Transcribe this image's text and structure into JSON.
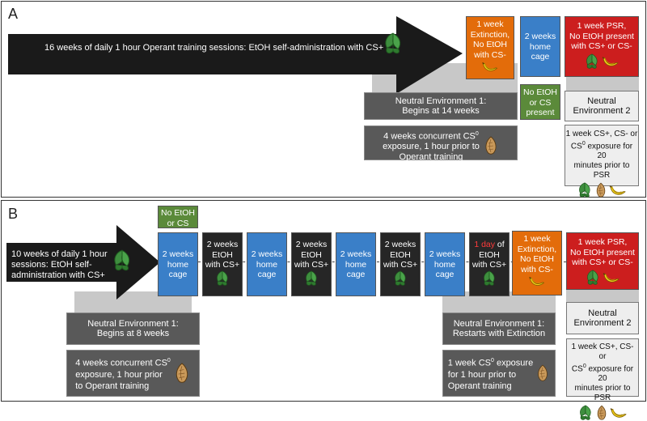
{
  "panels": [
    {
      "label": "A"
    },
    {
      "label": "B"
    }
  ],
  "a": {
    "arrow_text": "16 weeks of daily 1 hour Operant training sessions: EtOH self-administration with CS+",
    "extinction": "1 week\nExtinction,\nNo EtOH\nwith CS-",
    "home_cage": "2 weeks\nhome\ncage",
    "psr": "1 week PSR,\nNo EtOH present\nwith CS+ or CS-",
    "neutral1": "Neutral Environment 1:\nBegins at 14 weeks",
    "no_etoh": "No EtOH\nor CS\npresent",
    "neutral2": "Neutral\nEnvironment 2",
    "concurrent_pre": "4 weeks concurrent CS",
    "concurrent_sup": "0",
    "concurrent_post": "\nexposure, 1 hour prior to\nOperant training",
    "exposure_line1": "1 week CS+, CS- or",
    "exposure_line2_pre": "CS",
    "exposure_line2_sup": "0",
    "exposure_line2_post": " exposure for 20",
    "exposure_line3": "minutes prior to PSR"
  },
  "b": {
    "no_etoh": "No EtOH\nor CS",
    "arrow_text": "10 weeks of daily 1 hour\nsessions: EtOH self-\nadministration with CS+",
    "home_cage": "2 weeks\nhome\ncage",
    "etoh_cs": "2 weeks\nEtOH\nwith CS+",
    "one_day_red": "1 day",
    "one_day_rest": " of\nEtOH\nwith CS+",
    "extinction": "1 week\nExtinction,\nNo EtOH\nwith CS-",
    "psr": "1 week PSR,\nNo EtOH present\nwith CS+ or CS-",
    "neutral1": "Neutral Environment 1:\nBegins at 8 weeks",
    "neutral1_restart": "Neutral Environment 1:\nRestarts with Extinction",
    "neutral2": "Neutral\nEnvironment 2",
    "concurrent_pre": "4 weeks concurrent CS",
    "concurrent_sup": "0",
    "concurrent_post": "\nexposure, 1 hour prior\nto Operant training",
    "week_cs0_pre": "1 week CS",
    "week_cs0_sup": "0",
    "week_cs0_post": " exposure\nfor 1 hour prior to\nOperant training",
    "exposure_line1": "1 week CS+, CS- or",
    "exposure_line2_pre": "CS",
    "exposure_line2_sup": "0",
    "exposure_line2_post": " exposure for 20",
    "exposure_line3": "minutes prior to PSR"
  },
  "icons": {
    "mint": "mint-leaf-icon",
    "banana": "banana-icon",
    "almond": "almond-icon"
  },
  "colors": {
    "extinction": "#e36c0a",
    "home_cage": "#3a7fc8",
    "psr": "#cc1e1e",
    "etoh": "#262626",
    "no_etoh": "#5b8a3a",
    "neutral": "#595959"
  }
}
